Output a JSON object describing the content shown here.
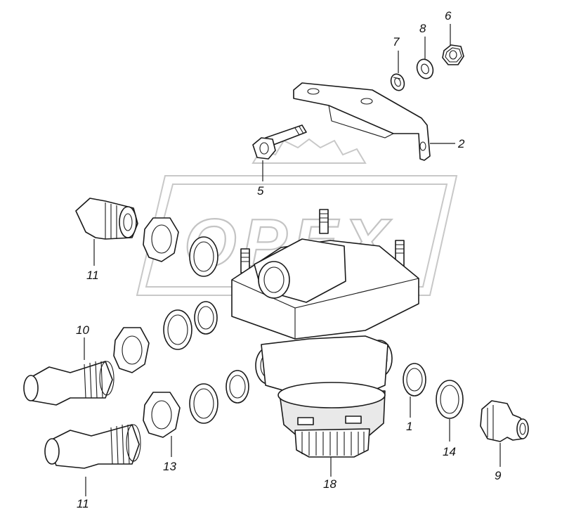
{
  "watermark": {
    "text": "OPEX"
  },
  "callouts": {
    "c1": "1",
    "c2": "2",
    "c5": "5",
    "c6": "6",
    "c7": "7",
    "c8": "8",
    "c9": "9",
    "c10": "10",
    "c11a": "11",
    "c11b": "11",
    "c13": "13",
    "c14": "14",
    "c18": "18"
  }
}
